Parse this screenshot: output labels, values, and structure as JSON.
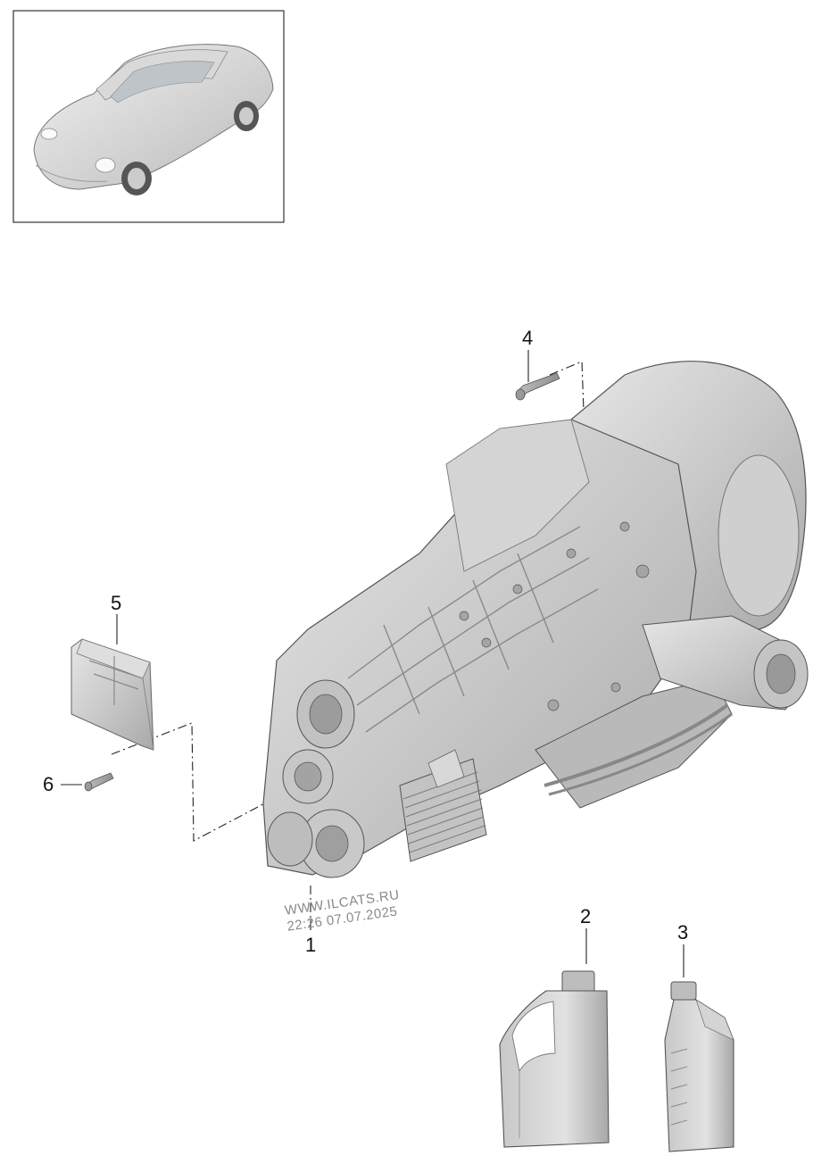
{
  "callouts": [
    "1",
    "2",
    "3",
    "4",
    "5",
    "6"
  ],
  "watermark": {
    "line1": "WWW.ILCATS.RU",
    "line2": "22:26 07.07.2025"
  }
}
